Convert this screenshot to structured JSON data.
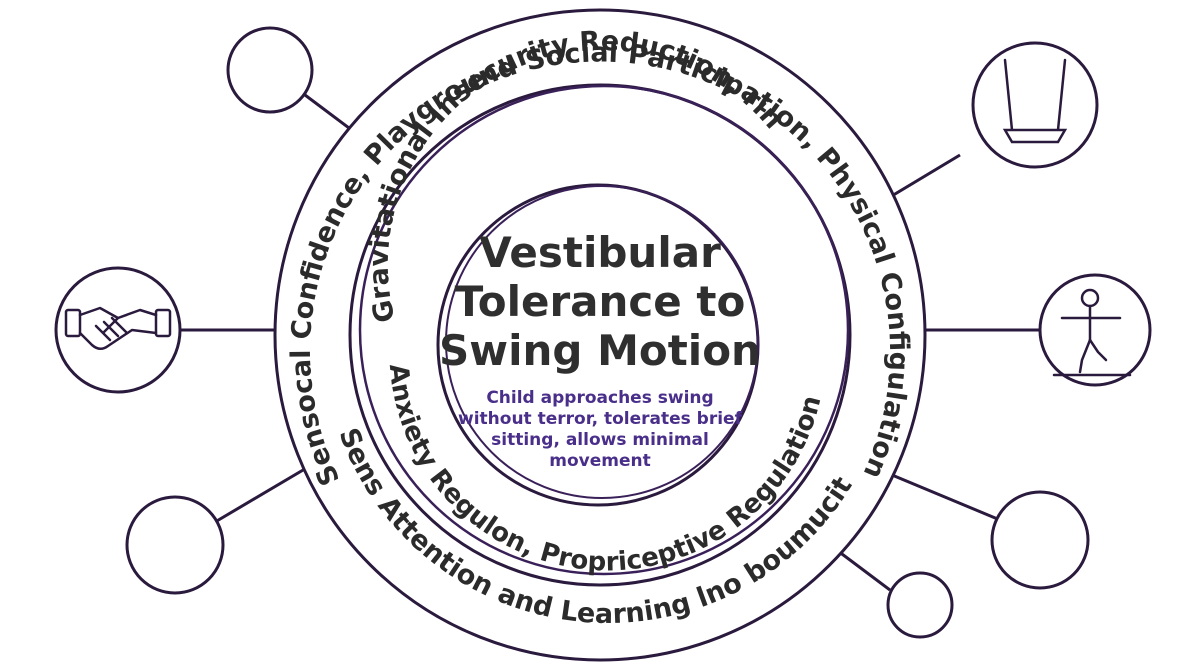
{
  "center": {
    "title_lines": [
      "Vestibular",
      "Tolerance to",
      "Swing Motion"
    ],
    "description_lines": [
      "Child approaches swing",
      "without terror, tolerates brief",
      "sitting, allows minimal",
      "movement"
    ]
  },
  "rings": {
    "outer_top": "Sensocal Confidence, Playground Social Participation, Physical Configulation ,",
    "outer_bottom": "Sens Attention and Learning lno boumucity ,",
    "inner_top": "Gravitational Insecurity Reduction, rin",
    "inner_bottom": "Anxiety Regulon, Propriceptive Regulation"
  },
  "nodes": [
    {
      "id": "handshake",
      "icon": "handshake-icon"
    },
    {
      "id": "swing",
      "icon": "swing-icon"
    },
    {
      "id": "balance",
      "icon": "balance-beam-child-icon"
    },
    {
      "id": "empty-top-left",
      "icon": ""
    },
    {
      "id": "empty-bottom-left",
      "icon": ""
    },
    {
      "id": "empty-bottom-right",
      "icon": ""
    },
    {
      "id": "empty-bottom-right-small",
      "icon": ""
    }
  ],
  "colors": {
    "ring_stroke": "#2a1a3d",
    "inner_ring_stroke": "#3a2058",
    "description_text": "#4a2f8a",
    "title_text": "#2f2f2f"
  }
}
